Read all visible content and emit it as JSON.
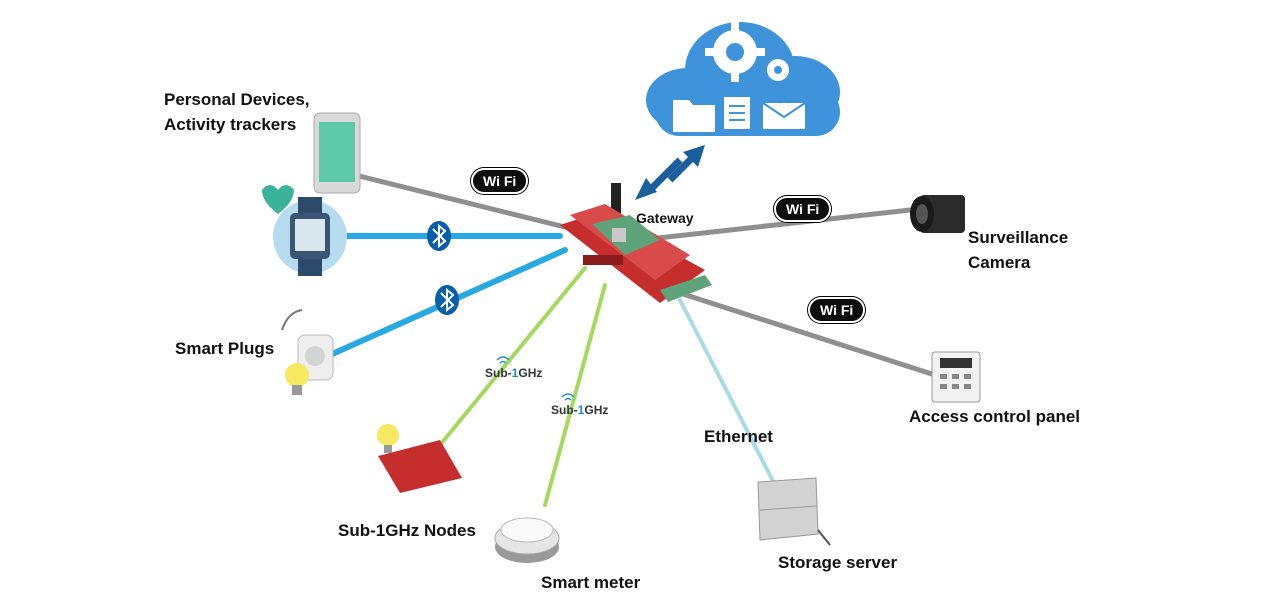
{
  "nodes": {
    "personal_devices": "Personal Devices,\nActivity trackers",
    "gateway": "Gateway",
    "surveillance_camera": "Surveillance\nCamera",
    "smart_plugs": "Smart Plugs",
    "access_control_panel": "Access control panel",
    "ethernet": "Ethernet",
    "sub1ghz_nodes": "Sub-1GHz Nodes",
    "storage_server": "Storage server",
    "smart_meter": "Smart meter"
  },
  "links": {
    "wifi_label": "Wi Fi",
    "subghz_prefix": "Sub-",
    "subghz_one": "1",
    "subghz_suffix": "GHz"
  },
  "icons": {
    "cloud": "cloud-services-icon",
    "bluetooth": "bluetooth-icon",
    "gateway": "gateway-board-icon"
  },
  "colors": {
    "wifi_line": "#9a9a9a",
    "bluetooth_line": "#2aa8e0",
    "subghz_line": "#9ed65a",
    "ethernet_line": "#a9dbe4",
    "cloud": "#3f93db",
    "arrow": "#1b5e9c"
  }
}
